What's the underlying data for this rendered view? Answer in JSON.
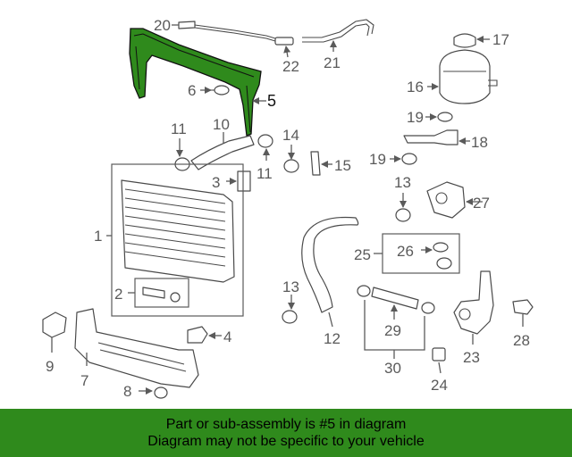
{
  "callouts": {
    "n1": "1",
    "n2": "2",
    "n3": "3",
    "n4": "4",
    "n5": "5",
    "n6": "6",
    "n7": "7",
    "n8": "8",
    "n9": "9",
    "n10": "10",
    "n11a": "11",
    "n11b": "11",
    "n12": "12",
    "n13a": "13",
    "n13b": "13",
    "n14": "14",
    "n15": "15",
    "n16": "16",
    "n17": "17",
    "n18": "18",
    "n19a": "19",
    "n19b": "19",
    "n20": "20",
    "n21": "21",
    "n22": "22",
    "n23": "23",
    "n24": "24",
    "n25": "25",
    "n26": "26",
    "n27": "27",
    "n28": "28",
    "n29": "29",
    "n30": "30"
  },
  "highlight": {
    "part_number": "5",
    "color": "#2f8a1c"
  },
  "banner": {
    "line1": "Part or sub-assembly is #5 in diagram",
    "line2": "Diagram may not be specific to your vehicle",
    "color": "#2f8a1c"
  }
}
